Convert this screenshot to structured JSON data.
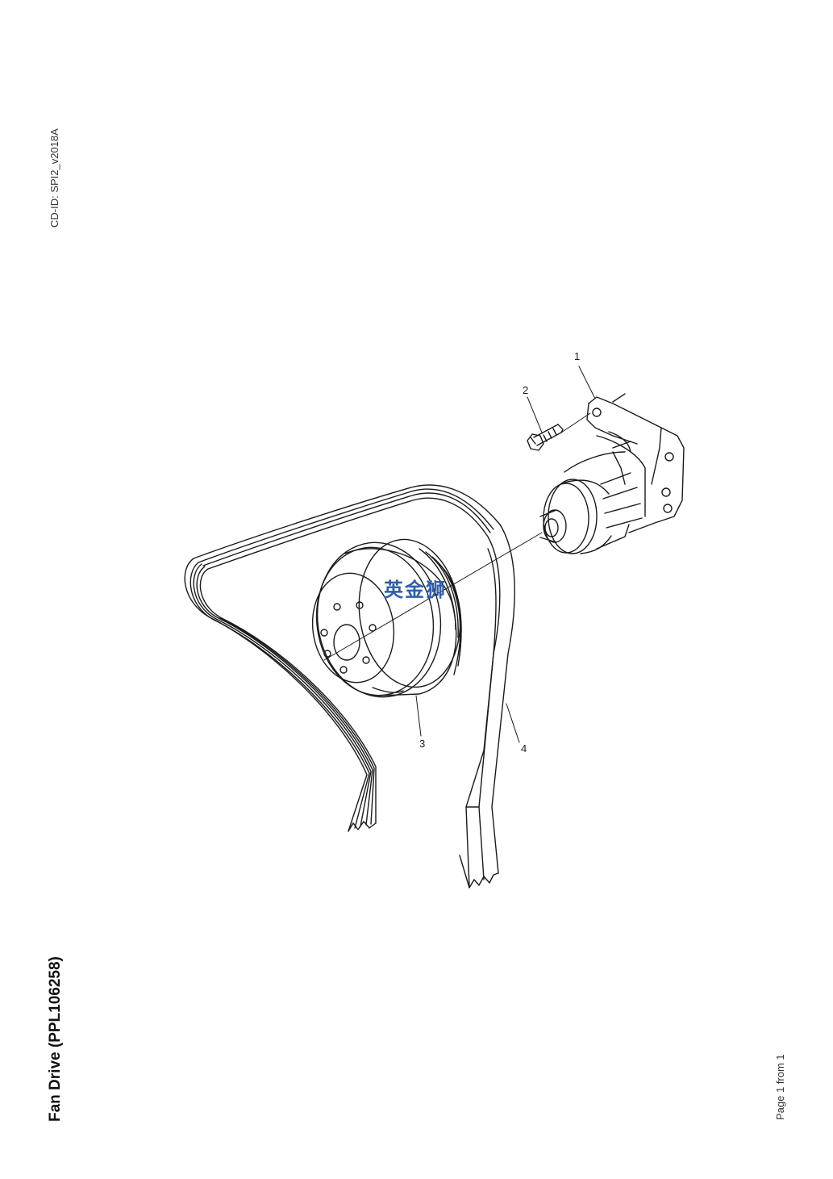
{
  "header": {
    "cd_id": "CD-ID: SPI2_v2018A"
  },
  "title": "Fan Drive (PPL106258)",
  "footer": {
    "page_info": "Page 1 from 1"
  },
  "watermark": {
    "text": "英金狮",
    "color": "#2f5fa8"
  },
  "callouts": [
    {
      "label": "1",
      "part": "fan drive housing"
    },
    {
      "label": "2",
      "part": "bolt"
    },
    {
      "label": "3",
      "part": "pulley"
    },
    {
      "label": "4",
      "part": "drive belt"
    }
  ],
  "colors": {
    "line": "#1a1a1a",
    "background": "#ffffff"
  }
}
